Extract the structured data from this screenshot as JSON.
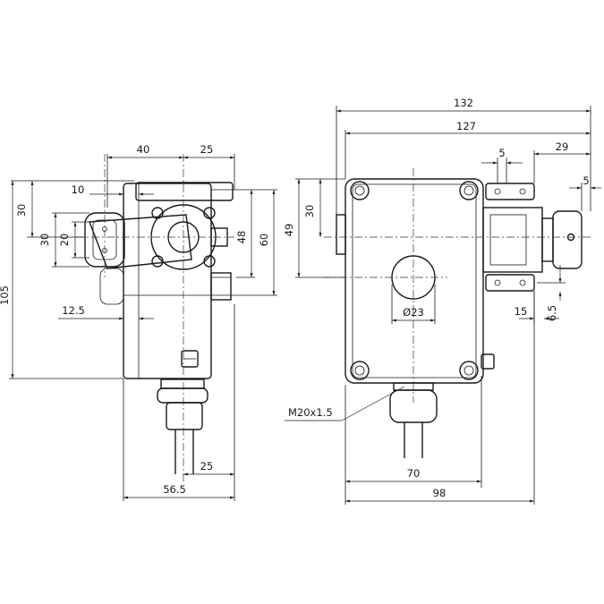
{
  "dimensions": {
    "side_40": "40",
    "side_25_top": "25",
    "side_10": "10",
    "side_30_left": "30",
    "side_30_inner": "30",
    "side_20": "20",
    "side_105": "105",
    "side_48": "48",
    "side_60": "60",
    "side_12_5": "12.5",
    "side_25_bottom": "25",
    "side_56_5": "56.5",
    "front_132": "132",
    "front_127": "127",
    "front_5_top": "5",
    "front_29": "29",
    "front_5_right": "5",
    "front_30": "30",
    "front_49": "49",
    "front_diameter": "Ø23",
    "front_15": "15",
    "front_6_5": "6.5",
    "front_thread": "M20x1.5",
    "front_70": "70",
    "front_98": "98"
  },
  "colors": {
    "line": "#1a1a1a",
    "background": "#ffffff"
  }
}
